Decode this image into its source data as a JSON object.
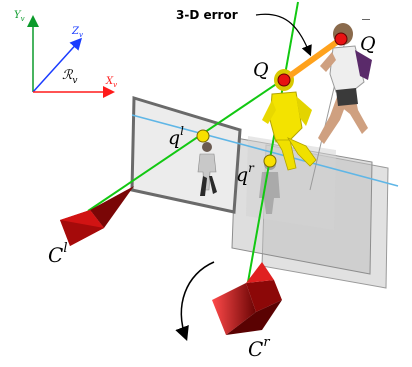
{
  "annotation": {
    "error_label": "3-D error"
  },
  "points": {
    "world_point": "Q",
    "reconstructed_point": "Q",
    "reconstructed_bar": "‾",
    "left_projection_base": "q",
    "left_projection_sup": "l",
    "right_projection_base": "q",
    "right_projection_sup": "r"
  },
  "cameras": {
    "left_base": "C",
    "left_sup": "l",
    "right_base": "C",
    "right_sup": "r"
  },
  "frame": {
    "y_base": "Y",
    "y_sub": "v",
    "z_base": "Z",
    "z_sub": "v",
    "x_base": "X",
    "x_sub": "v",
    "ref_base": "ℛ",
    "ref_sub": "v"
  },
  "colors": {
    "y_axis": "#0a9a2a",
    "z_axis": "#1a3cff",
    "x_axis": "#ff1a1a",
    "ray": "#12c812",
    "epipolar": "#5fb6e6",
    "error": "#ffa21c",
    "point_fill": "#f8e000",
    "recon_fill": "#e81212",
    "camera": "#c80f0f"
  }
}
